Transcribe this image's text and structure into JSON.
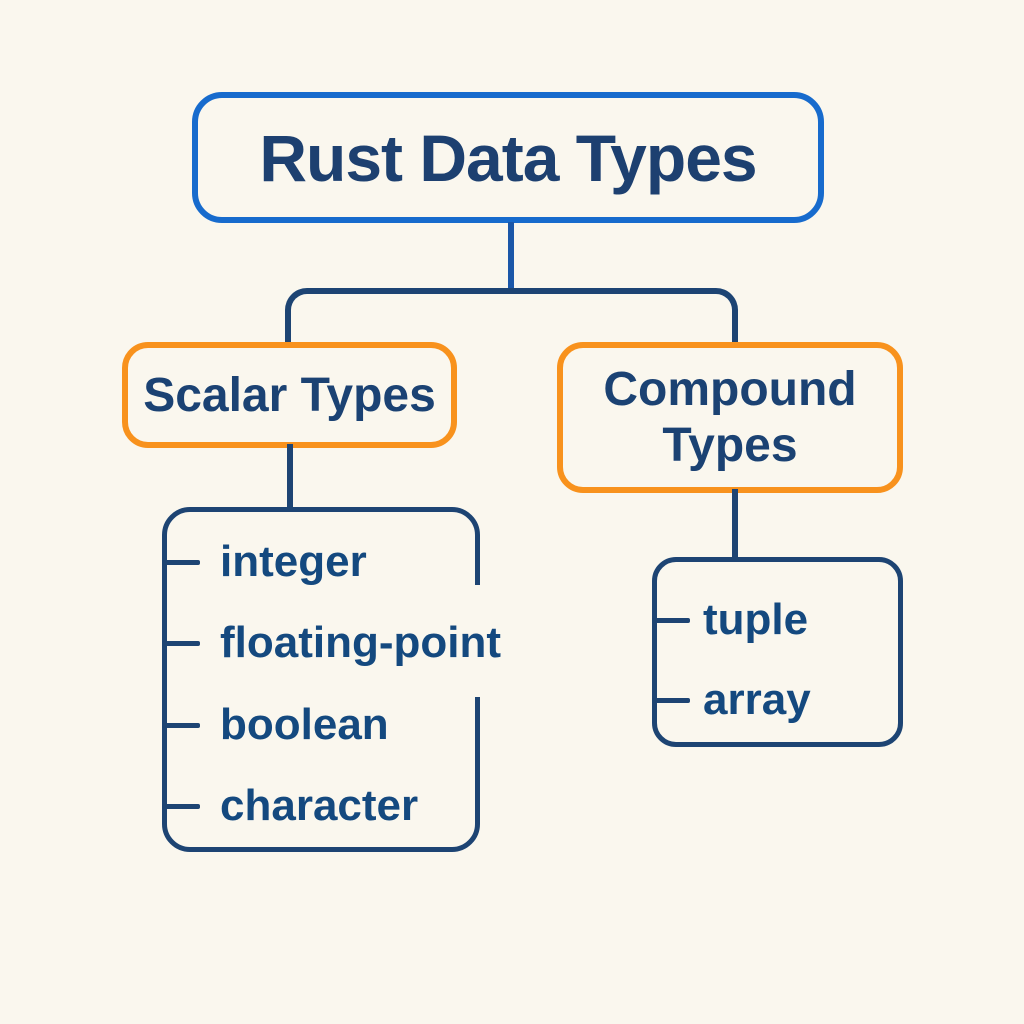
{
  "page": {
    "background": "#faf7ee"
  },
  "diagram": {
    "title": "Rust Data Types",
    "colors": {
      "root_border": "#176bcd",
      "root_stem": "#1b57a8",
      "connector": "#1d4473",
      "child_border": "#f8921d",
      "list_border": "#1d4473",
      "title_text": "#1d4070",
      "header_text": "#1b4273",
      "item_text": "#14497f"
    },
    "root": {
      "label": "Rust Data Types"
    },
    "scalar": {
      "label": "Scalar Types",
      "items": [
        "integer",
        "floating-point",
        "boolean",
        "character"
      ]
    },
    "compound": {
      "label": "Compound Types",
      "items": [
        "tuple",
        "array"
      ]
    }
  }
}
